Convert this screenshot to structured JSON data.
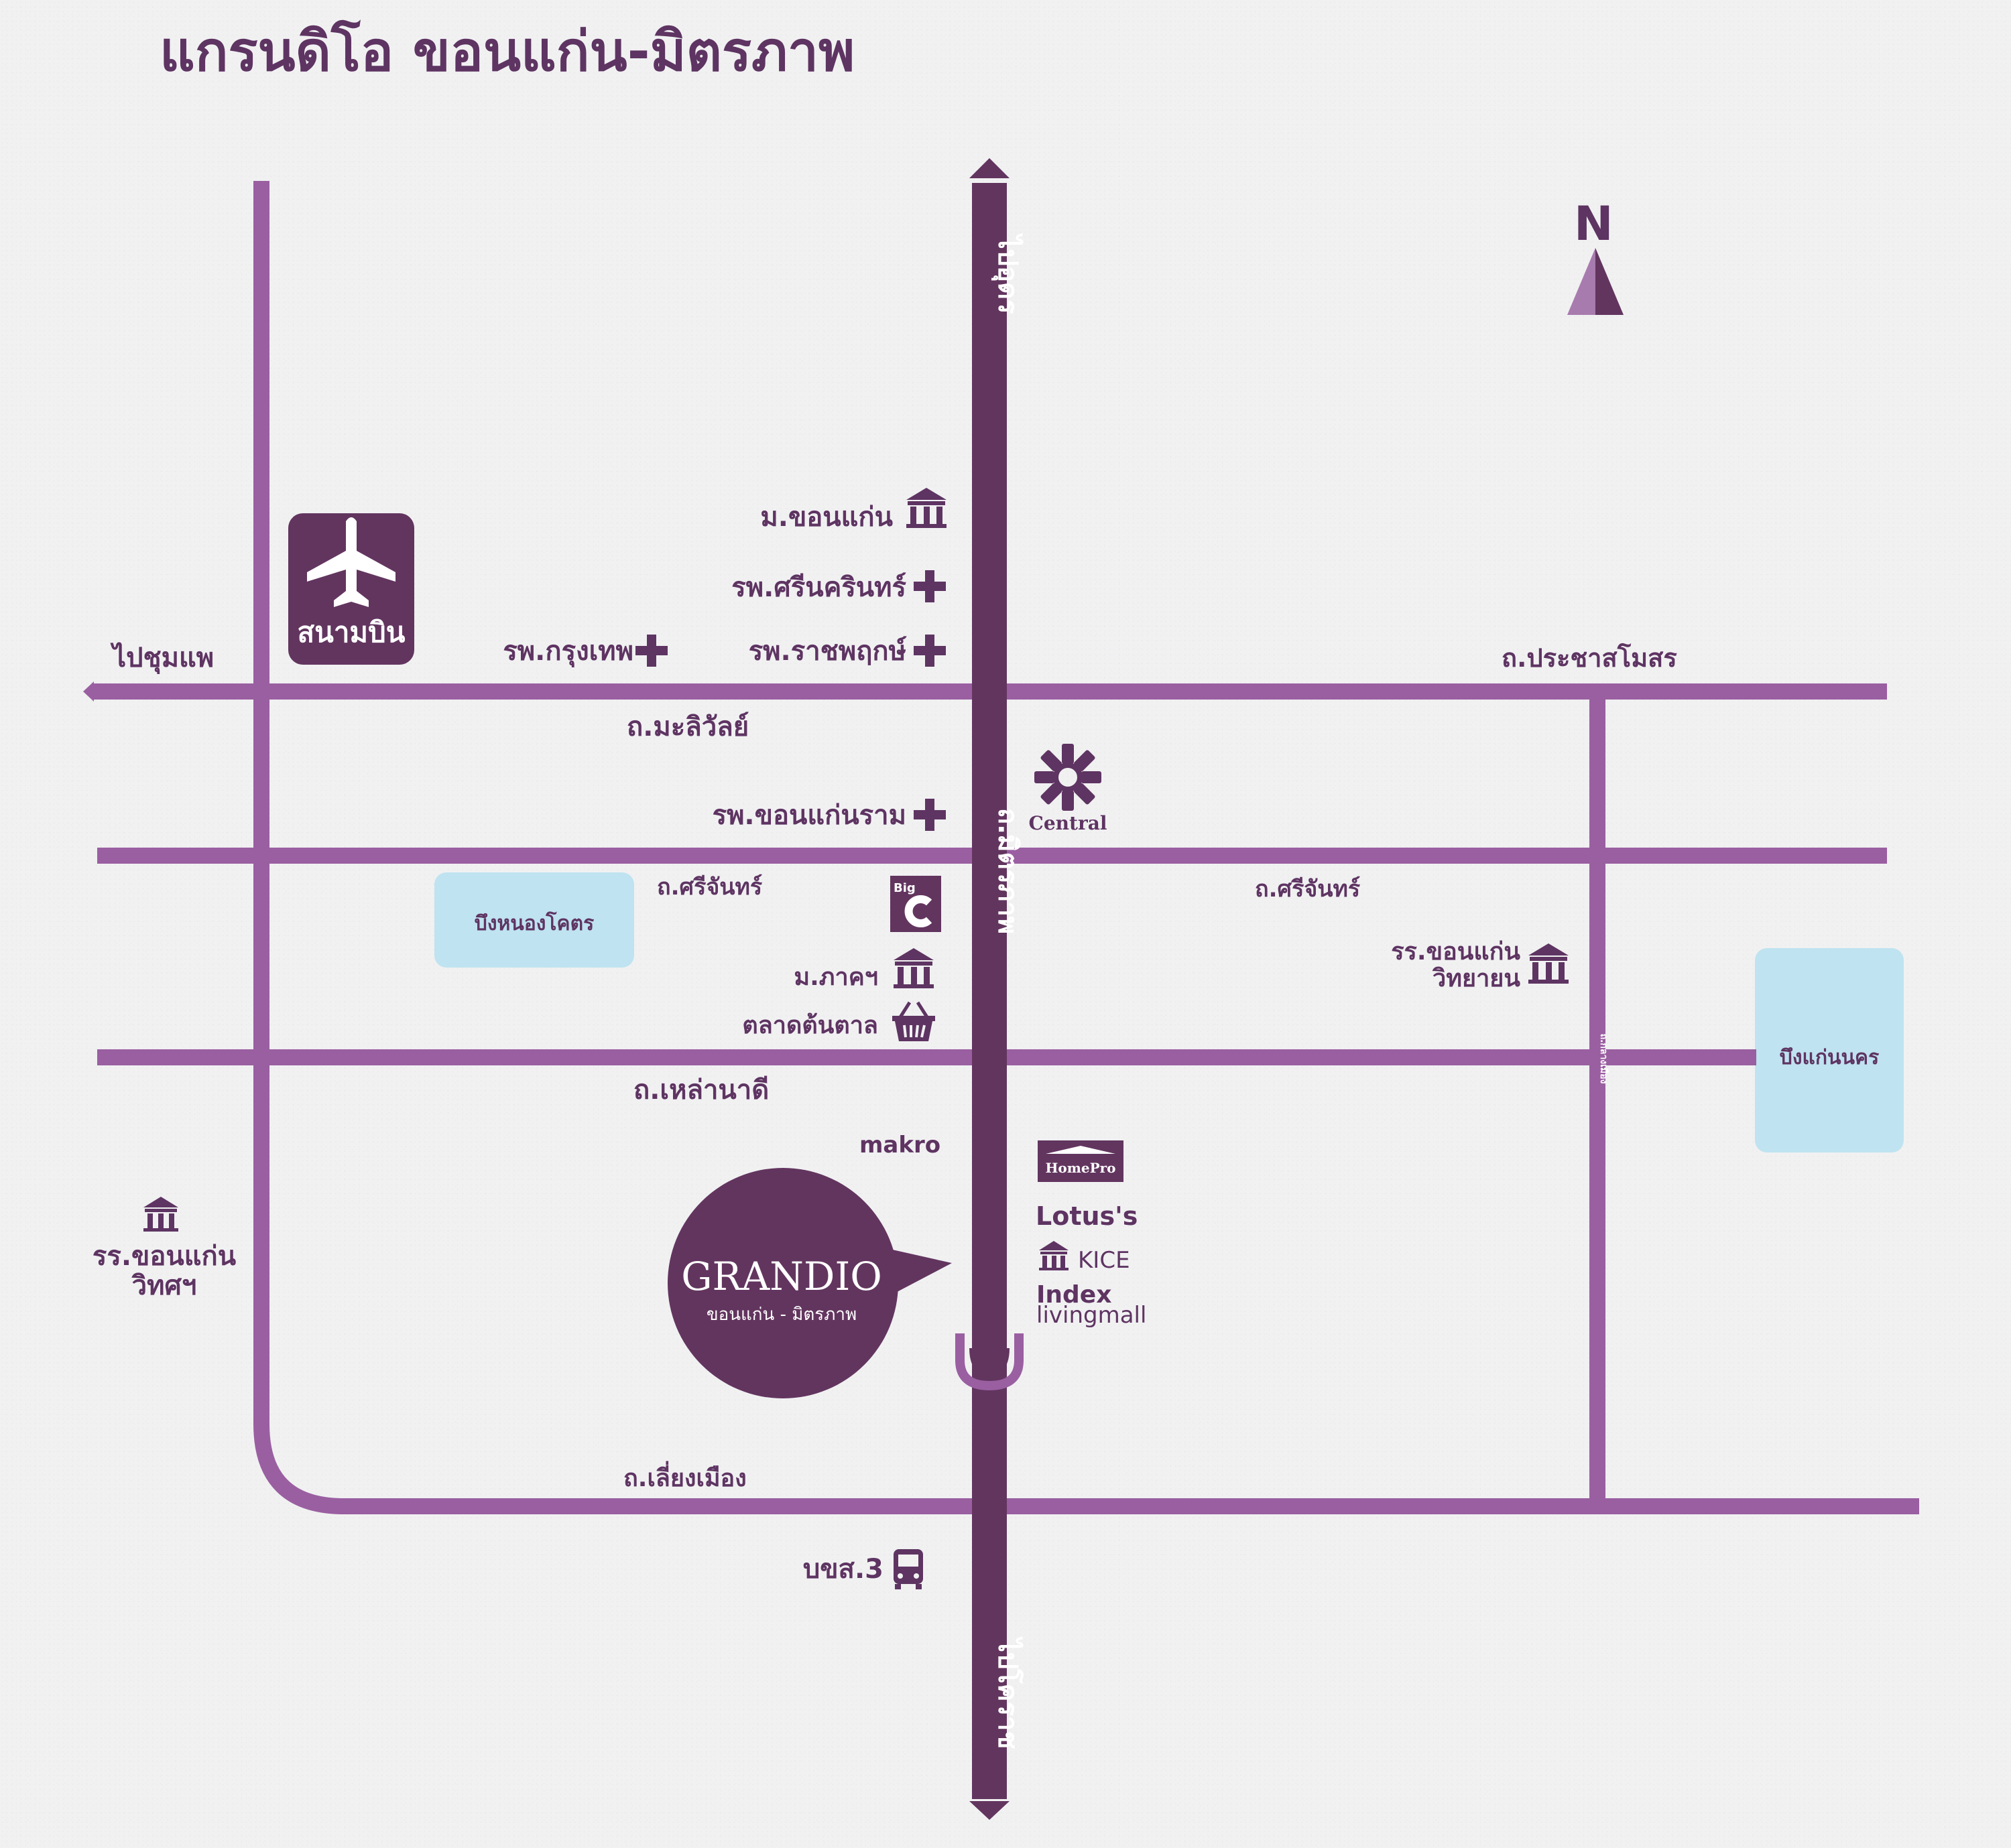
{
  "title": "แกรนดิโอ ขอนแก่น-มิตรภาพ",
  "colors": {
    "main_road": "#62355f",
    "road": "#9a5fa1",
    "water": "#bfe3f0",
    "text": "#5e3462"
  },
  "compass": {
    "label": "N"
  },
  "main_road": {
    "name": "ถ.มิตรภาพ",
    "north_label": "ไปอุดร",
    "south_label": "ไปโคราช"
  },
  "roads": {
    "west_label": "ไปชุมแพ",
    "prachasamosorn": "ถ.ประชาสโมสร",
    "malivan": "ถ.มะลิวัลย์",
    "srichan_west": "ถ.ศรีจันทร์",
    "srichan_east": "ถ.ศรีจันทร์",
    "lao_na_di": "ถ.เหล่านาดี",
    "liang_mueang": "ถ.เลี่ยงเมือง",
    "klang_mueang": "ถ.กลางเมือง"
  },
  "airport": {
    "label": "สนามบิน",
    "icon": "airplane-icon"
  },
  "lakes": {
    "nong_khot": "บึงหนองโคตร",
    "kaen_nakhon": "บึงแก่นนคร"
  },
  "landmarks": {
    "kku": "ม.ขอนแก่น",
    "srinagarind": "รพ.ศรีนครินทร์",
    "bangkok_hospital": "รพ.กรุงเทพ",
    "rajapruek": "รพ.ราชพฤกษ์",
    "khonkaen_ram": "รพ.ขอนแก่นราม",
    "central": "Central",
    "bigc": "Big",
    "regional_office": "ม.ภาคฯ",
    "tontan_market": "ตลาดต้นตาล",
    "wittayayon_1": "รร.ขอนแก่น",
    "wittayayon_2": "วิทยายน",
    "wittayasuksa_1": "รร.ขอนแก่น",
    "wittayasuksa_2": "วิทศฯ",
    "makro": "makro",
    "homepro": "HomePro",
    "lotus": "Lotus's",
    "kice": "KICE",
    "index_1": "Index",
    "index_2": "livingmall",
    "bus_terminal": "บขส.3"
  },
  "project": {
    "name": "GRANDIO",
    "subtitle": "ขอนแก่น - มิตรภาพ"
  }
}
